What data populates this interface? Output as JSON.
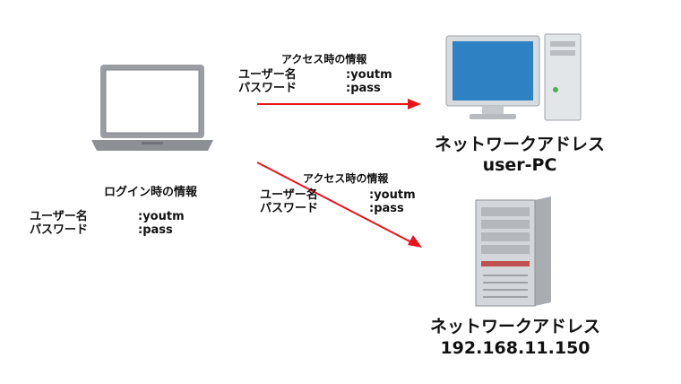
{
  "login": {
    "title": "ログイン時の情報",
    "user_label": "ユーザー名",
    "user_value": ":youtm",
    "pass_label": "パスワード",
    "pass_value": ":pass"
  },
  "access_pc": {
    "title": "アクセス時の情報",
    "user_label": "ユーザー名",
    "user_value": ":youtm",
    "pass_label": "パスワード",
    "pass_value": ":pass"
  },
  "access_server": {
    "title": "アクセス時の情報",
    "user_label": "ユーザー名",
    "user_value": ":youtm",
    "pass_label": "パスワード",
    "pass_value": ":pass"
  },
  "pc_target": {
    "label": "ネットワークアドレス",
    "address": "user-PC"
  },
  "server_target": {
    "label": "ネットワークアドレス",
    "address": "192.168.11.150"
  },
  "colors": {
    "arrow": "#e8141b",
    "screen": "#2e82c4",
    "device": "#cfd3d7"
  },
  "icons": [
    "laptop-icon",
    "desktop-pc-icon",
    "server-icon"
  ]
}
